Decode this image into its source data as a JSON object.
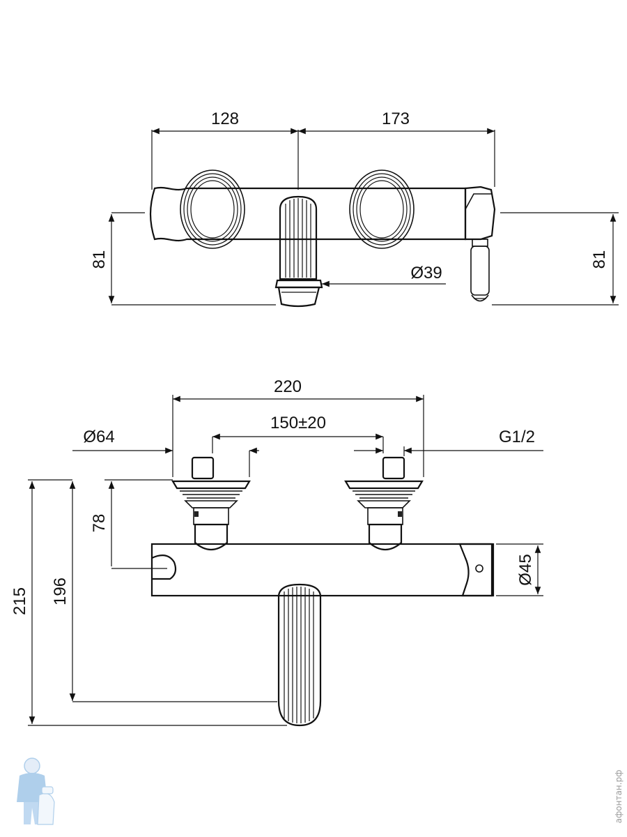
{
  "top_view": {
    "dim_left_width": "128",
    "dim_right_width": "173",
    "dim_left_height": "81",
    "dim_right_height": "81",
    "dim_spout_diameter": "Ø39"
  },
  "front_view": {
    "dim_overall_width": "220",
    "dim_centers": "150±20",
    "dim_flange_diameter": "Ø64",
    "dim_thread": "G1/2",
    "dim_height_78": "78",
    "dim_height_196": "196",
    "dim_height_215": "215",
    "dim_body_diameter": "Ø45"
  },
  "watermark": {
    "text": "афонтан.рф",
    "logo_icon": "plumber-mascot-icon"
  },
  "colors": {
    "line": "#111111",
    "background": "#ffffff",
    "logo_blue": "#6fa8dc"
  }
}
